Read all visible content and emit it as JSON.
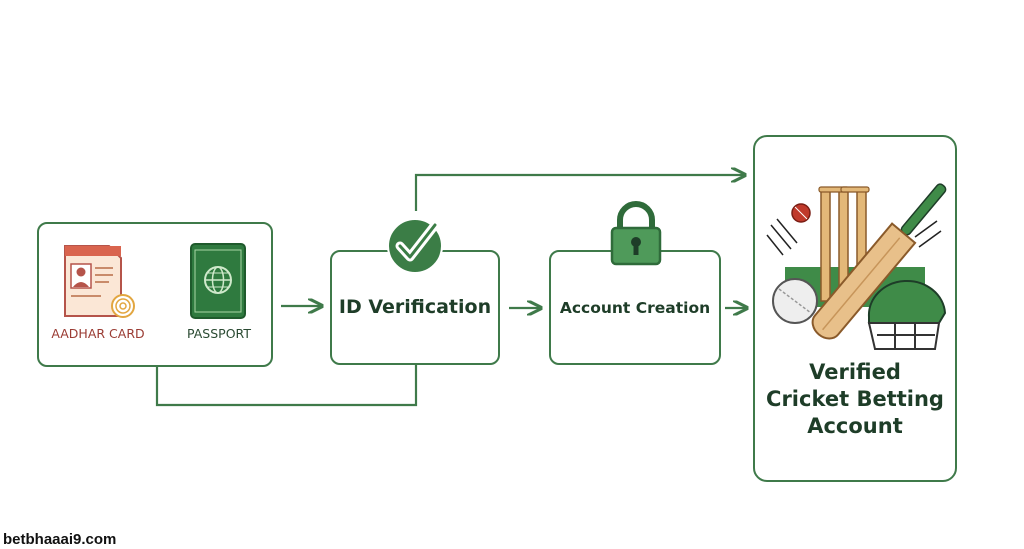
{
  "documents": {
    "aadhar_label": "AADHAR CARD",
    "passport_label": "PASSPORT"
  },
  "steps": {
    "id_verification": "ID Verification",
    "account_creation": "Account Creation"
  },
  "result": {
    "line1": "Verified",
    "line2": "Cricket Betting",
    "line3": "Account"
  },
  "watermark": "betbhaaai9.com",
  "colors": {
    "primary_green": "#3f7a4a",
    "dark_green": "#1e3d28",
    "aadhar_red": "#9a3b33",
    "bat_tan": "#e8c08a"
  },
  "icons": [
    "aadhar-card-icon",
    "passport-icon",
    "checkmark-badge-icon",
    "padlock-icon",
    "cricket-equipment-icon"
  ]
}
